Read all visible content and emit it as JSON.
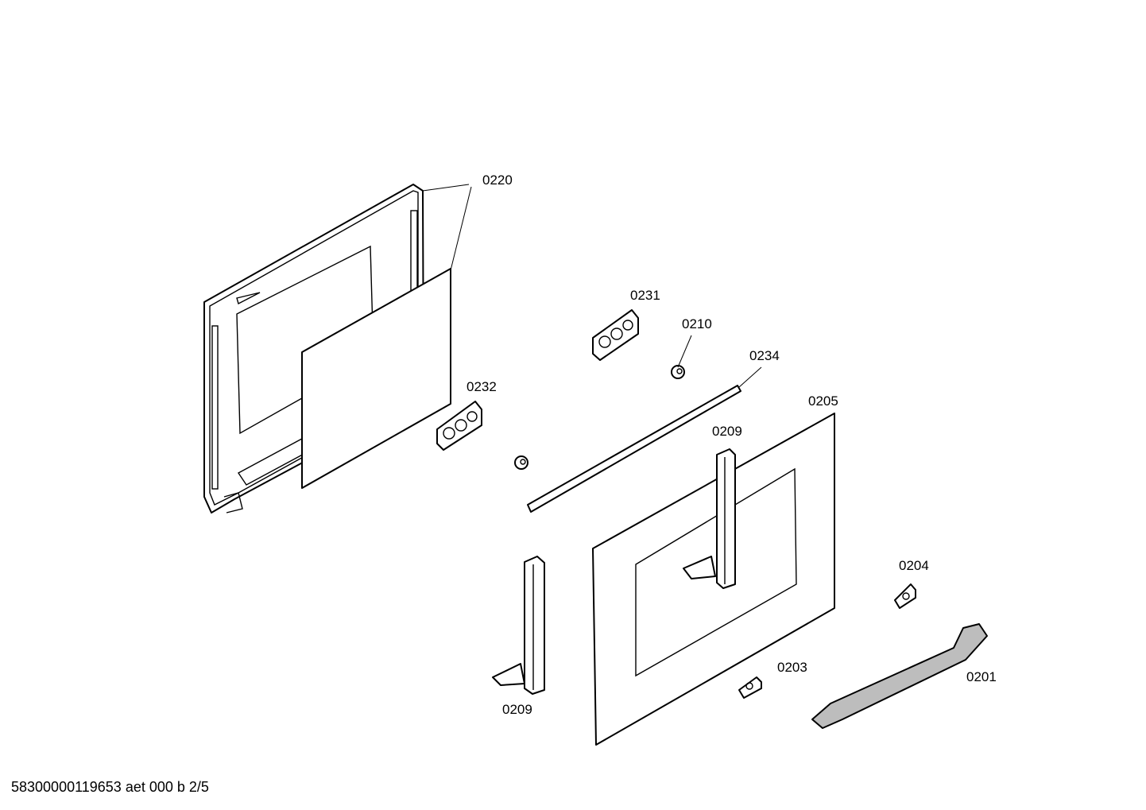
{
  "callouts": {
    "c0220": "0220",
    "c0231": "0231",
    "c0210": "0210",
    "c0234": "0234",
    "c0232": "0232",
    "c0205": "0205",
    "c0209_top": "0209",
    "c0204": "0204",
    "c0203": "0203",
    "c0201": "0201",
    "c0209_bottom": "0209"
  },
  "footer": {
    "document_code": "58300000119653 aet 000 b 2/5"
  },
  "colors": {
    "line": "#000000",
    "background": "#ffffff",
    "handle_fill": "#bdbdbd"
  }
}
